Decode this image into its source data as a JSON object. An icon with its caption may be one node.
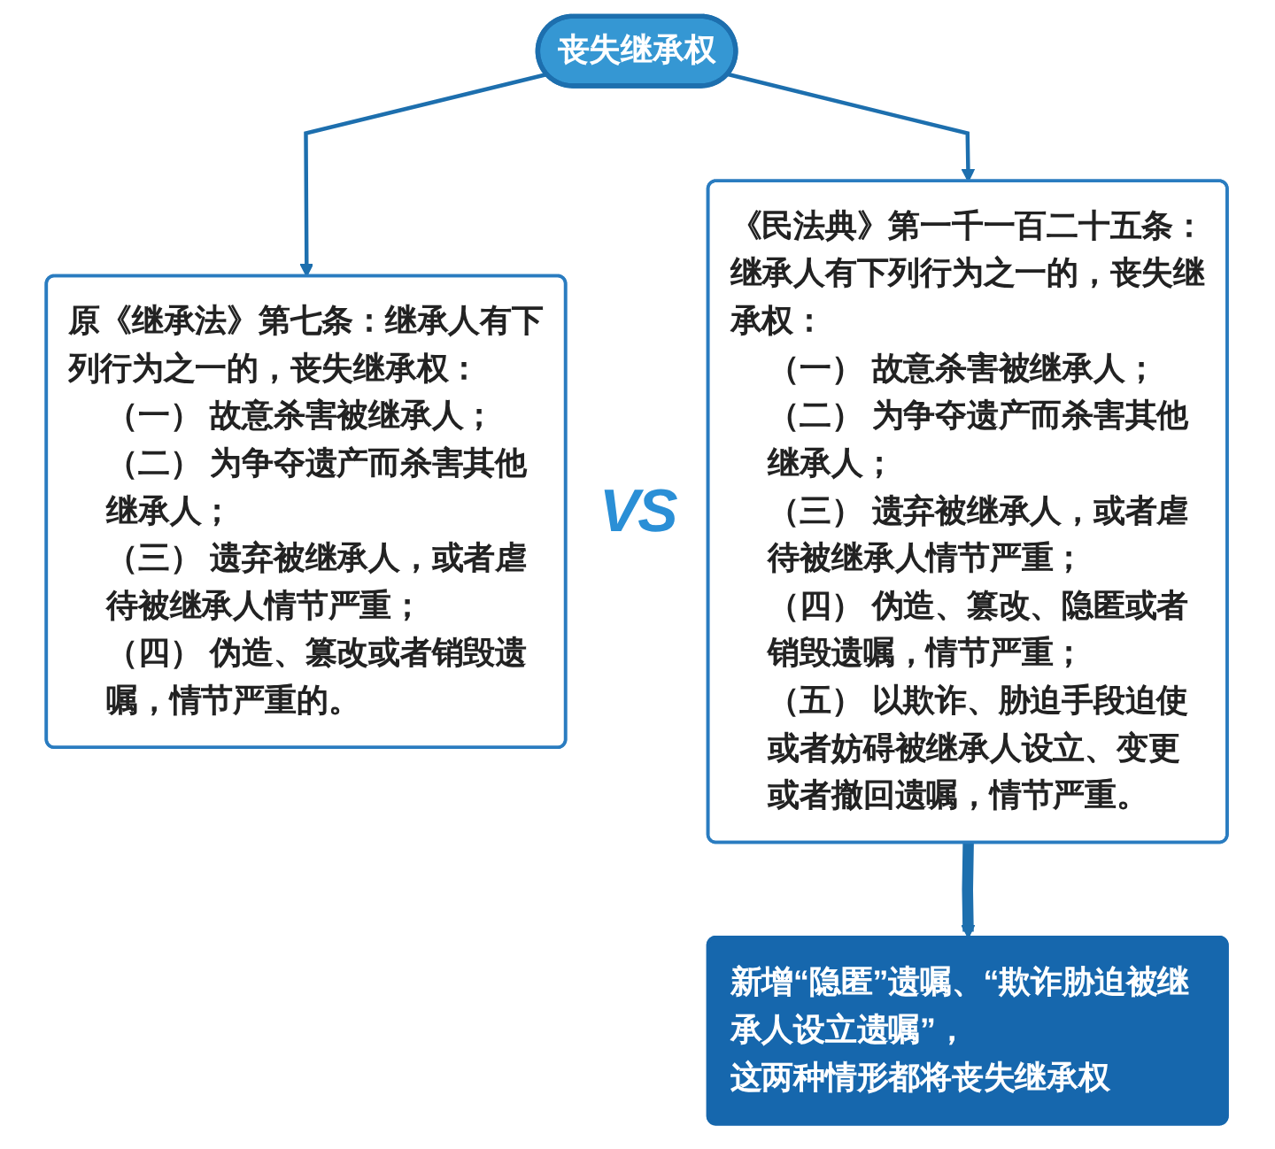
{
  "diagram": {
    "nodes": [
      {
        "text": [
          "丧失继承权"
        ]
      },
      {
        "text": [
          "原《继承法》第七条：继承人有下列行为之一的，丧失继承权：",
          "（一） 故意杀害被继承人；",
          "（二） 为争夺遗产而杀害其他继承人；",
          "（三） 遗弃被继承人，或者虐待被继承人情节严重；",
          "（四） 伪造、篡改或者销毁遗嘱，情节严重的。"
        ]
      },
      {
        "text": [
          "《民法典》第一千一百二十五条：继承人有下列行为之一的，丧失继承权：",
          "（一） 故意杀害被继承人；",
          "（二） 为争夺遗产而杀害其他继承人；",
          "（三） 遗弃被继承人，或者虐待被继承人情节严重；",
          "（四） 伪造、篡改、隐匿或者销毁遗嘱，情节严重；",
          "（五） 以欺诈、胁迫手段迫使或者妨碍被继承人设立、变更或者撤回遗嘱，情节严重。"
        ]
      },
      {
        "text": [
          "新增**“隐匿”遗嘱、“欺诈胁迫被继承人设立遗嘱”，**",
          "这两种情形都将丧失继承权"
        ]
      }
    ],
    "edges": [
      {
        "from": 0,
        "to": 1,
        "arrow": "to"
      },
      {
        "from": 0,
        "to": 2,
        "arrow": "to"
      },
      {
        "from": 2,
        "to": 3,
        "arrow": "to",
        "style": "thick"
      }
    ],
    "labels": [
      "VS"
    ]
  }
}
